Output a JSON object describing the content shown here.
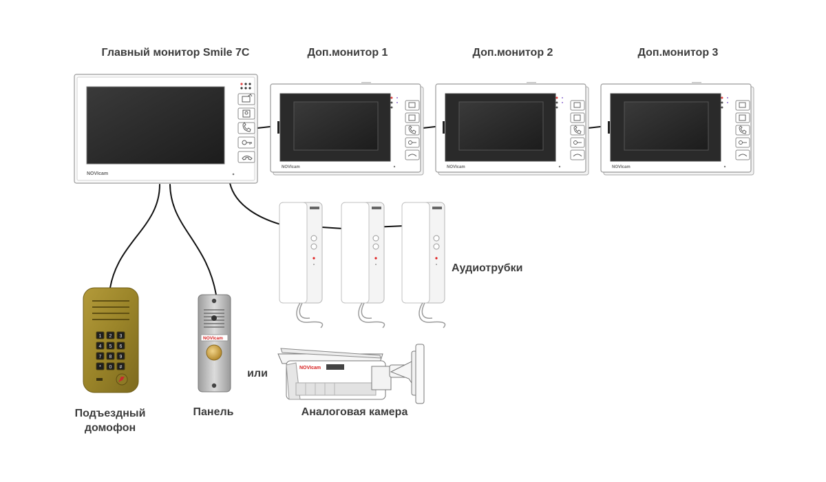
{
  "labels": {
    "main_monitor": "Главный монитор Smile 7C",
    "extra_monitor_1": "Доп.монитор 1",
    "extra_monitor_2": "Доп.монитор 2",
    "extra_monitor_3": "Доп.монитор 3",
    "audio_handsets": "Аудиотрубки",
    "entry_intercom_line1": "Подъездный",
    "entry_intercom_line2": "домофон",
    "panel": "Панель",
    "or": "или",
    "analog_camera": "Аналоговая камера"
  },
  "brand": {
    "monitor_logo": "NOVIcam",
    "panel_logo": "NOVIcam",
    "camera_logo": "NOVIcam"
  },
  "keypad": [
    "1",
    "2",
    "3",
    "4",
    "5",
    "6",
    "7",
    "8",
    "9",
    "*",
    "0",
    "#"
  ],
  "colors": {
    "monitor_body": "#ffffff",
    "monitor_screen": "#2b2b2b",
    "wire": "#111111",
    "entry_panel": "#a08a2c",
    "call_panel": "#c8c8c8",
    "panel_button": "#c9a24a",
    "logo_red": "#d62020"
  }
}
